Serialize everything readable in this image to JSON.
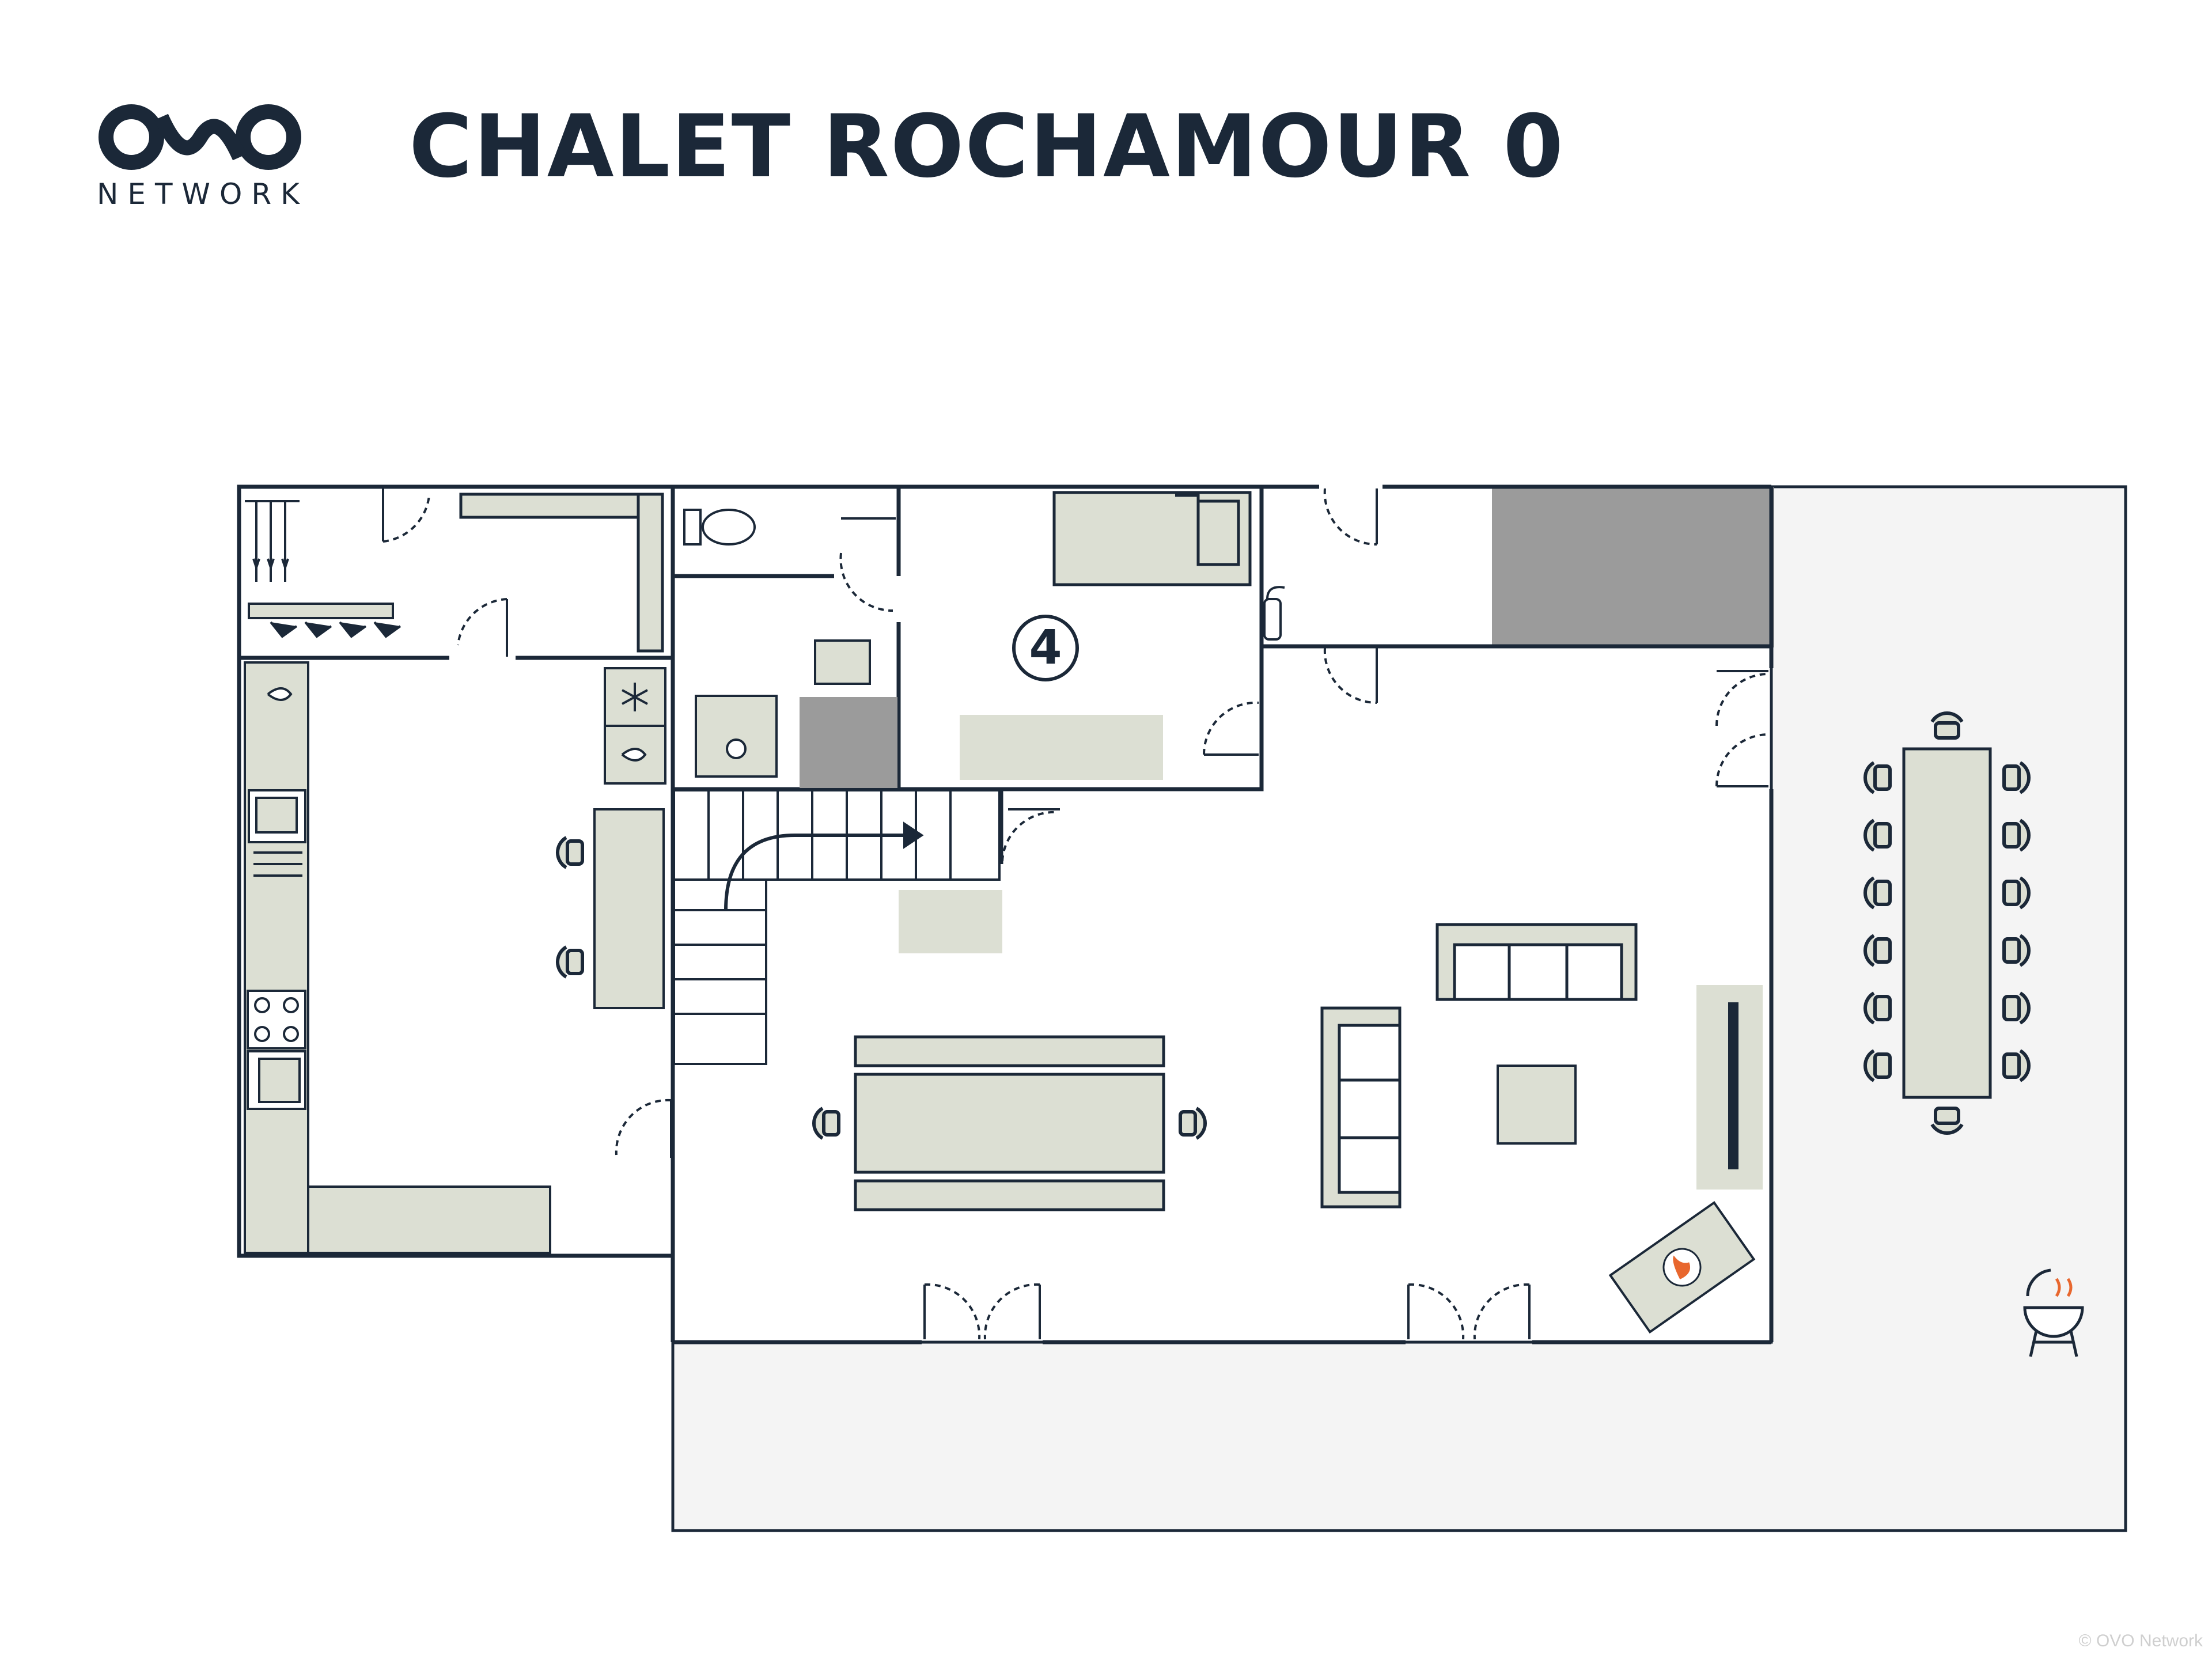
{
  "brand": {
    "word": "NETWORK",
    "logo_icon": "ovo-logo-icon"
  },
  "title": "CHALET ROCHAMOUR 0",
  "room_badges": [
    "4"
  ],
  "copyright": "© OVO Network",
  "colors": {
    "wall": "#1b2838",
    "furniture": "#dcdfd3",
    "furniture_edge": "#3a3f45",
    "terrace": "#f4f4f4",
    "dark_zone": "#9b9b9b",
    "fire": "#e8672e"
  },
  "icons": [
    "ski-rack-icon",
    "boot-rack-icon",
    "toilet-icon",
    "bed-icon",
    "fire-extinguisher-icon",
    "sink-icon",
    "shower-icon",
    "freezer-icon",
    "stove-icon",
    "oven-icon",
    "staircase-icon",
    "sofa-icon",
    "tv-icon",
    "fireplace-icon",
    "barbecue-icon"
  ]
}
